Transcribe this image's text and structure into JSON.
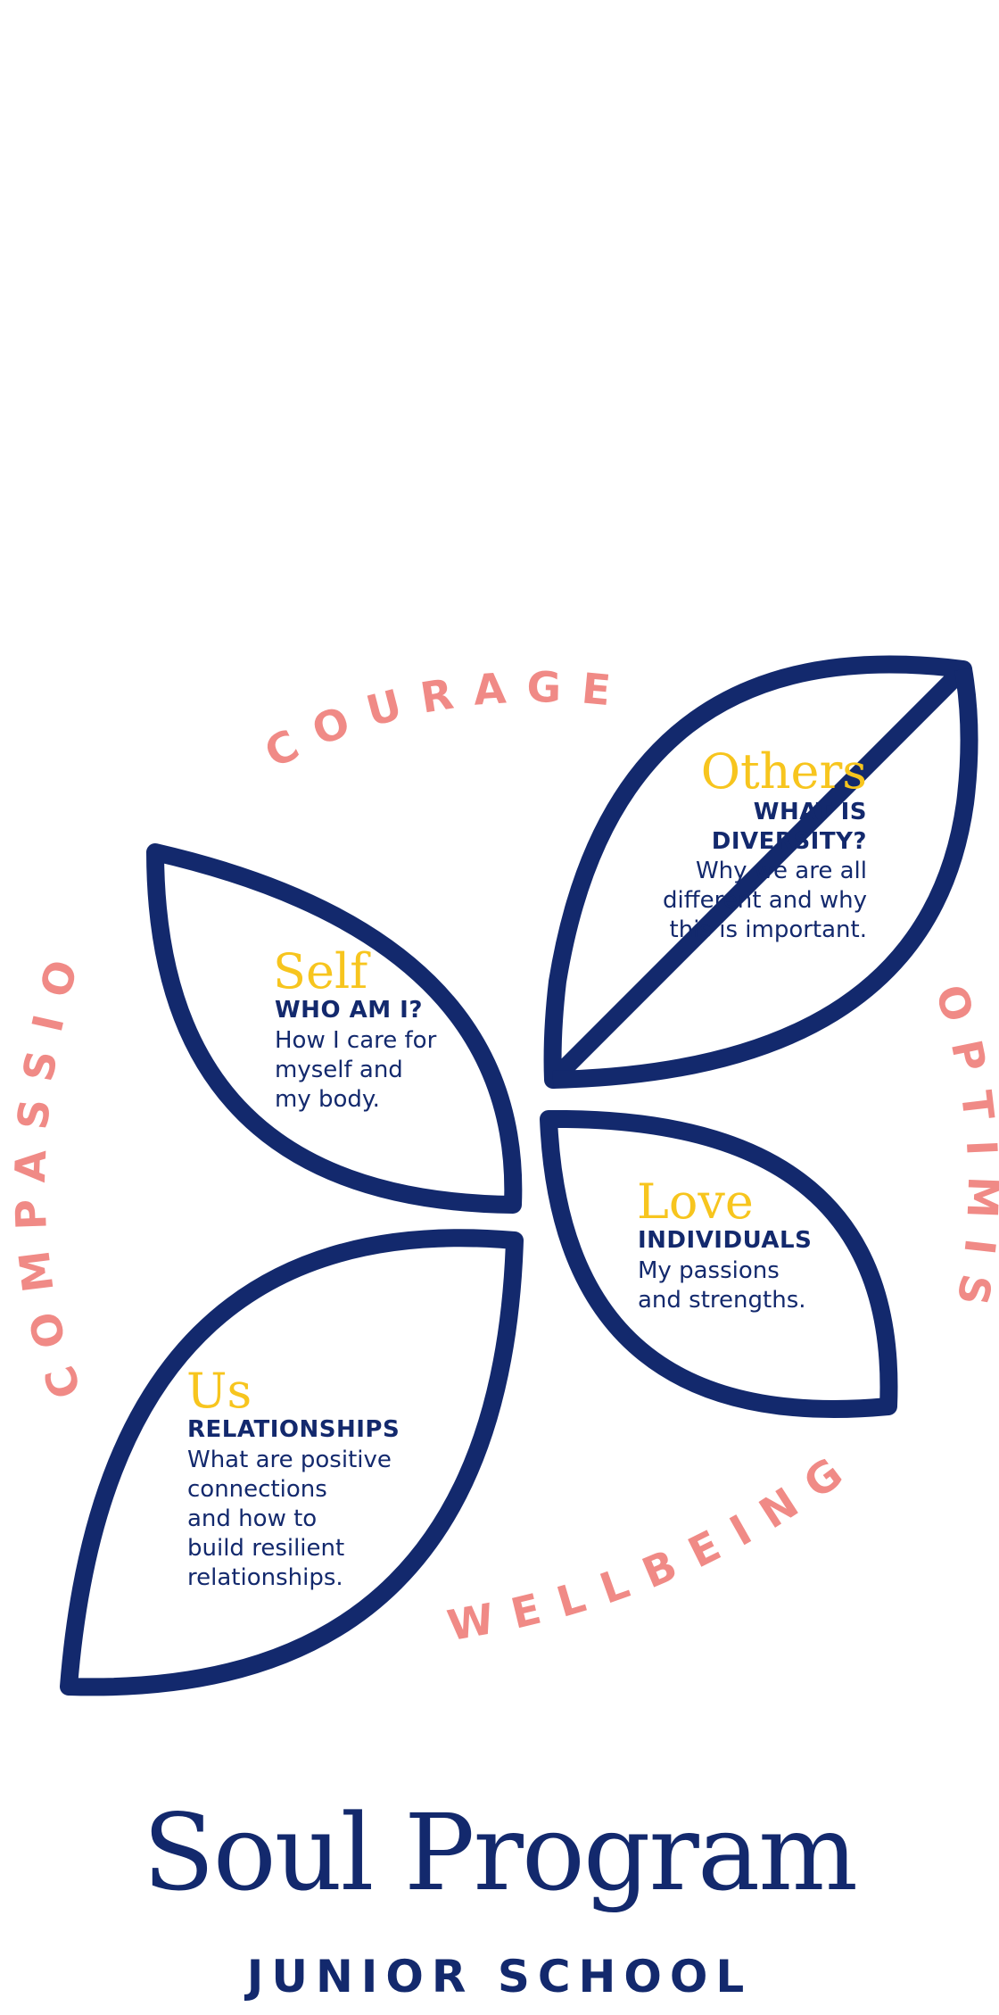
{
  "colors": {
    "navy": "#13296d",
    "gold": "#f7c51e",
    "coral": "#f08a86",
    "background": "#ffffff"
  },
  "values_ring": {
    "courage": "COURAGE",
    "optimism": "OPTIMISM",
    "wellbeing": "WELLBEING",
    "compassion": "COMPASSION"
  },
  "leaves": {
    "others": {
      "title": "Others",
      "heading": "WHAT IS\nDIVERSITY?",
      "description": "Why we are all\ndifferent and why\nthis is important."
    },
    "self": {
      "title": "Self",
      "heading": "WHO AM I?",
      "description": "How I care for\nmyself and\nmy body."
    },
    "love": {
      "title": "Love",
      "heading": "INDIVIDUALS",
      "description": "My passions\nand strengths."
    },
    "us": {
      "title": "Us",
      "heading": "RELATIONSHIPS",
      "description": "What are positive\nconnections\nand how to\nbuild resilient\nrelationships."
    }
  },
  "footer": {
    "title": "Soul Program",
    "subtitle": "JUNIOR SCHOOL"
  }
}
